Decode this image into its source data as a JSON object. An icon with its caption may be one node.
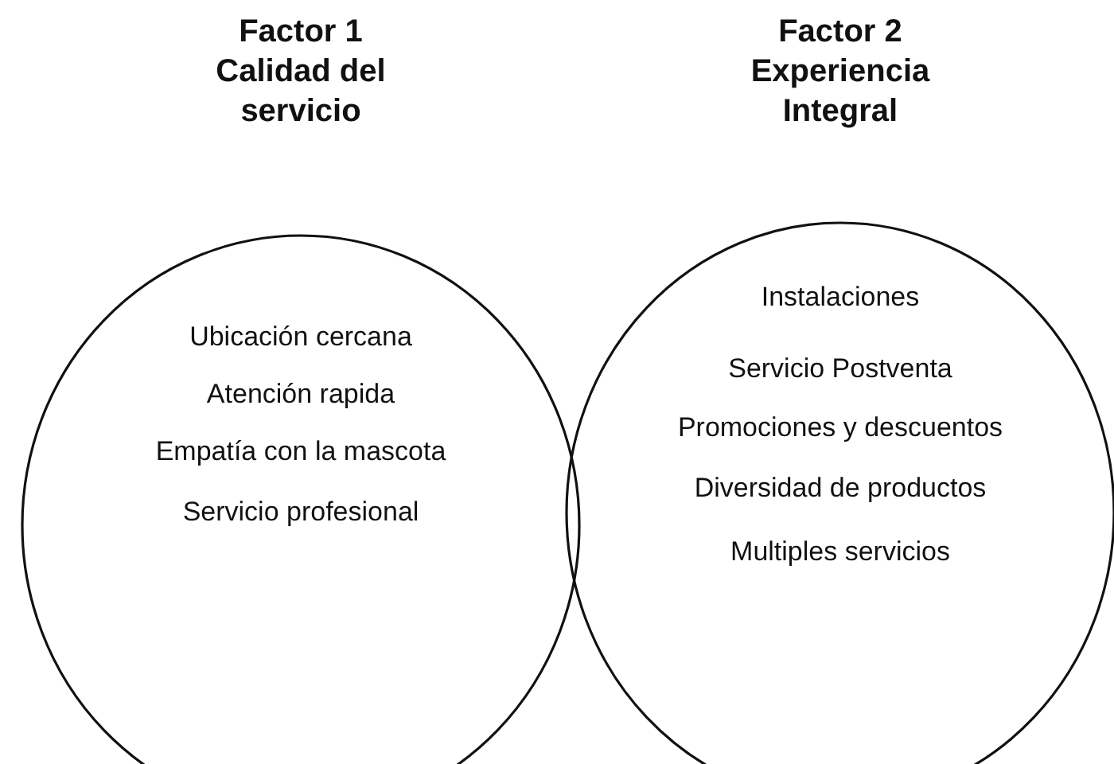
{
  "diagram": {
    "nodes": [
      {
        "text": [
          "Factor 1 Calidad del servicio",
          "Ubicación cercana",
          "Atención rapida",
          "Empatía con la mascota",
          "Servicio profesional"
        ]
      },
      {
        "text": [
          "Factor 2 Experiencia Integral",
          "Instalaciones",
          "Servicio Postventa",
          "Promociones y descuentos",
          "Diversidad de productos",
          "Multiples servicios"
        ]
      }
    ]
  }
}
